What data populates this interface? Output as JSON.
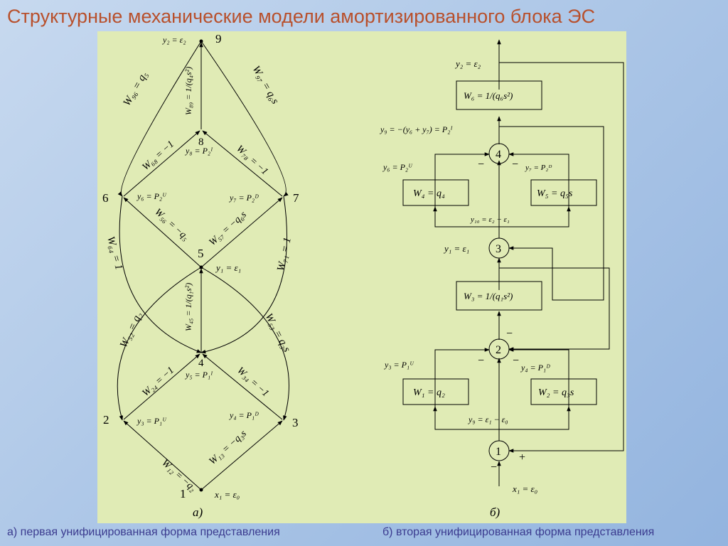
{
  "title": "Структурные механические модели амортизированного блока ЭС",
  "captions": {
    "a": "а) первая унифицированная форма представления",
    "b": "б) вторая унифицированная форма представления"
  },
  "graph_a": {
    "label": "а)",
    "nodes": [
      "1",
      "2",
      "3",
      "4",
      "5",
      "6",
      "7",
      "8",
      "9"
    ],
    "node_vars": {
      "n1": "x₁ = ε₀",
      "n2": "y₃ = P₁ᵁ",
      "n3": "y₄ = P₁ᴰ",
      "n4": "y₅ = P₁ᴵ",
      "n5": "y₁ = ε₁",
      "n6": "y₆ = P₂ᵁ",
      "n7": "y₇ = P₂ᴰ",
      "n8": "y₈ = P₂ᴵ",
      "n9": "y₂ = ε₂"
    },
    "edges": {
      "w12": "W₁₂ = −q₂",
      "w13": "W₁₃ = −q₃s",
      "w24": "W₂₄ = −1",
      "w34": "W₃₄ = −1",
      "w45": "W₄₅ = 1/(q₁s²)",
      "w52": "W₅₂ = q₂",
      "w53": "W₅₃ = q₃s",
      "w56": "W₅₆ = −q₅",
      "w57": "W₅₇ = −q₆s",
      "w64": "W₆₄ = 1",
      "w71": "W₇₁ = 1",
      "w68": "W₆₈ = −1",
      "w78": "W₇₈ = −1",
      "w89": "W₈₉ = 1/(q₄s²)",
      "w96": "W₉₆ = q₅",
      "w97": "W₉₇ = q₆s"
    }
  },
  "diagram_b": {
    "label": "б)",
    "summers": [
      "1",
      "2",
      "3",
      "4"
    ],
    "blocks": {
      "w1": "W₁ = q₂",
      "w2": "W₂ = q₃s",
      "w3": "W₃ = 1/(q₁s²)",
      "w4": "W₄ = q₄",
      "w5": "W₅ = q₅s",
      "w6": "W₆ = 1/(q₆s²)"
    },
    "signals": {
      "x1": "x₁ = ε₀",
      "y9": "y₉ = ε₁ − ε₀",
      "y3": "y₃ = P₁ᵁ",
      "y4": "y₄ = P₁ᴰ",
      "y1": "y₁ = ε₁",
      "y10": "y₁₀ = ε₂ − ε₁",
      "y6": "y₆ = P₂ᵁ",
      "y7": "y₇ = P₂ᴰ",
      "y9b": "y₉ = −(y₆ + y₇) = P₂ᴵ",
      "y2": "y₂ = ε₂"
    },
    "signs": {
      "plus": "+",
      "minus": "−"
    }
  }
}
